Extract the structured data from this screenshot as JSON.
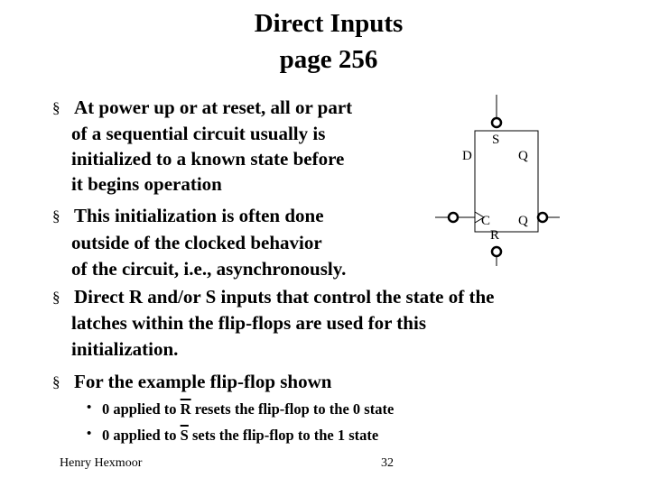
{
  "title": {
    "line1": "Direct Inputs",
    "line2": "page 256"
  },
  "bullets": [
    {
      "lines": [
        "At power up or at reset, all or part",
        "of a sequential circuit usually is",
        "initialized to a known state before",
        "it begins operation"
      ]
    },
    {
      "lines": [
        "This initialization is often done",
        "outside of the clocked behavior",
        "of the circuit, i.e., asynchronously."
      ]
    },
    {
      "lines": [
        "Direct R and/or S inputs that control the state of the",
        "latches within the flip-flops are used for this",
        "initialization."
      ]
    },
    {
      "lines": [
        "For the example flip-flop shown"
      ]
    }
  ],
  "sub_bullets": [
    {
      "before": "0 applied to ",
      "signal": "R",
      "after": " resets the flip-flop to the 0 state"
    },
    {
      "before": "0 applied to ",
      "signal": "S",
      "after": " sets the flip-flop to the 1 state"
    }
  ],
  "flipflop": {
    "s_label": "S",
    "d_label": "D",
    "q_label": "Q",
    "c_label": "C",
    "qbar_label": "Q",
    "r_label": "R"
  },
  "footer": {
    "author": "Henry Hexmoor",
    "page_number": "32"
  }
}
